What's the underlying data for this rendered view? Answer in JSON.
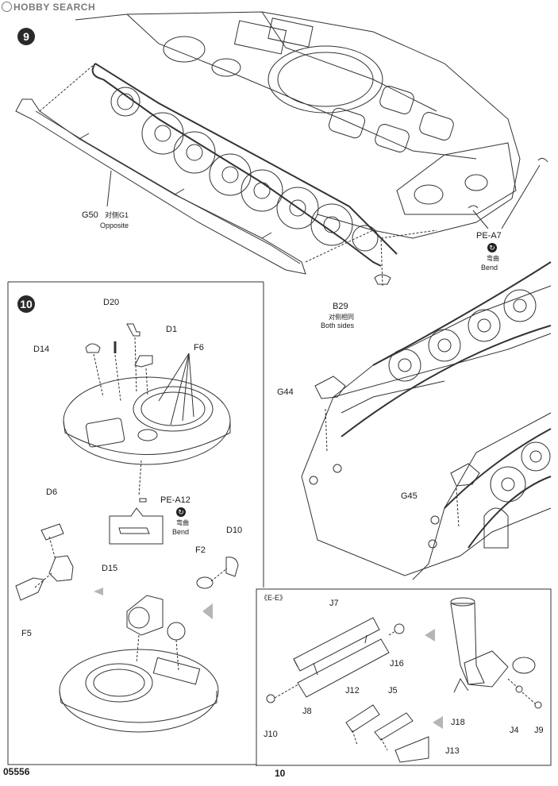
{
  "watermark": "HOBBY SEARCH",
  "footer": {
    "model_number": "05556",
    "page_number": "10"
  },
  "step9": {
    "number": "9",
    "labels": {
      "g50": "G50",
      "g50_cn": "对侧G1",
      "g50_en": "Opposite",
      "pe_a7": "PE-A7",
      "pe_a7_cn": "弯曲",
      "pe_a7_en": "Bend",
      "b29": "B29",
      "b29_cn": "对侧相同",
      "b29_en": "Both sides",
      "g44": "G44",
      "g45": "G45"
    }
  },
  "step10": {
    "number": "10",
    "labels": {
      "d20": "D20",
      "d1": "D1",
      "d14": "D14",
      "f6": "F6",
      "pe_a12": "PE-A12",
      "pe_a12_cn": "弯曲",
      "pe_a12_en": "Bend",
      "d6": "D6",
      "d10": "D10",
      "f2": "F2",
      "d15": "D15",
      "f5": "F5"
    }
  },
  "section_ee": {
    "title": "《E-E》",
    "labels": {
      "j7": "J7",
      "j16": "J16",
      "j8": "J8",
      "j10": "J10",
      "j12": "J12",
      "j5": "J5",
      "j13": "J13",
      "j18": "J18",
      "j4": "J4",
      "j9": "J9"
    }
  }
}
